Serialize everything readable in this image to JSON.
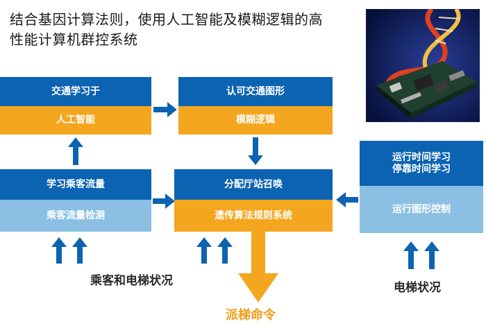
{
  "title": {
    "line1": "结合基因计算法则，使用人工智能及模糊逻辑的高",
    "line2": "性能计算机群控系统"
  },
  "boxes": {
    "b1_top": "交通学习于",
    "b1_bottom": "人工智能",
    "b2_top": "认可交通图形",
    "b2_bottom": "模糊逻辑",
    "b3_top": "学习乘客流量",
    "b3_bottom": "乘客流量检测",
    "b4_top": "分配厅站召唤",
    "b4_bottom": "遗传算法规则系统",
    "b5_top_line1": "运行时间学习",
    "b5_top_line2": "停靠时间学习",
    "b5_bottom": "运行图形控制"
  },
  "labels": {
    "passenger_elevator": "乘客和电梯状况",
    "elevator_status": "电梯状况",
    "dispatch": "派梯命令"
  },
  "icons": [
    "arrow-up-icon",
    "arrow-right-icon",
    "arrow-down-icon",
    "arrow-left-icon"
  ],
  "colors": {
    "blue": "#0c63b1",
    "orange": "#f3a61e",
    "light_blue": "#8bc0e4",
    "dispatch_text": "#f39c12"
  }
}
